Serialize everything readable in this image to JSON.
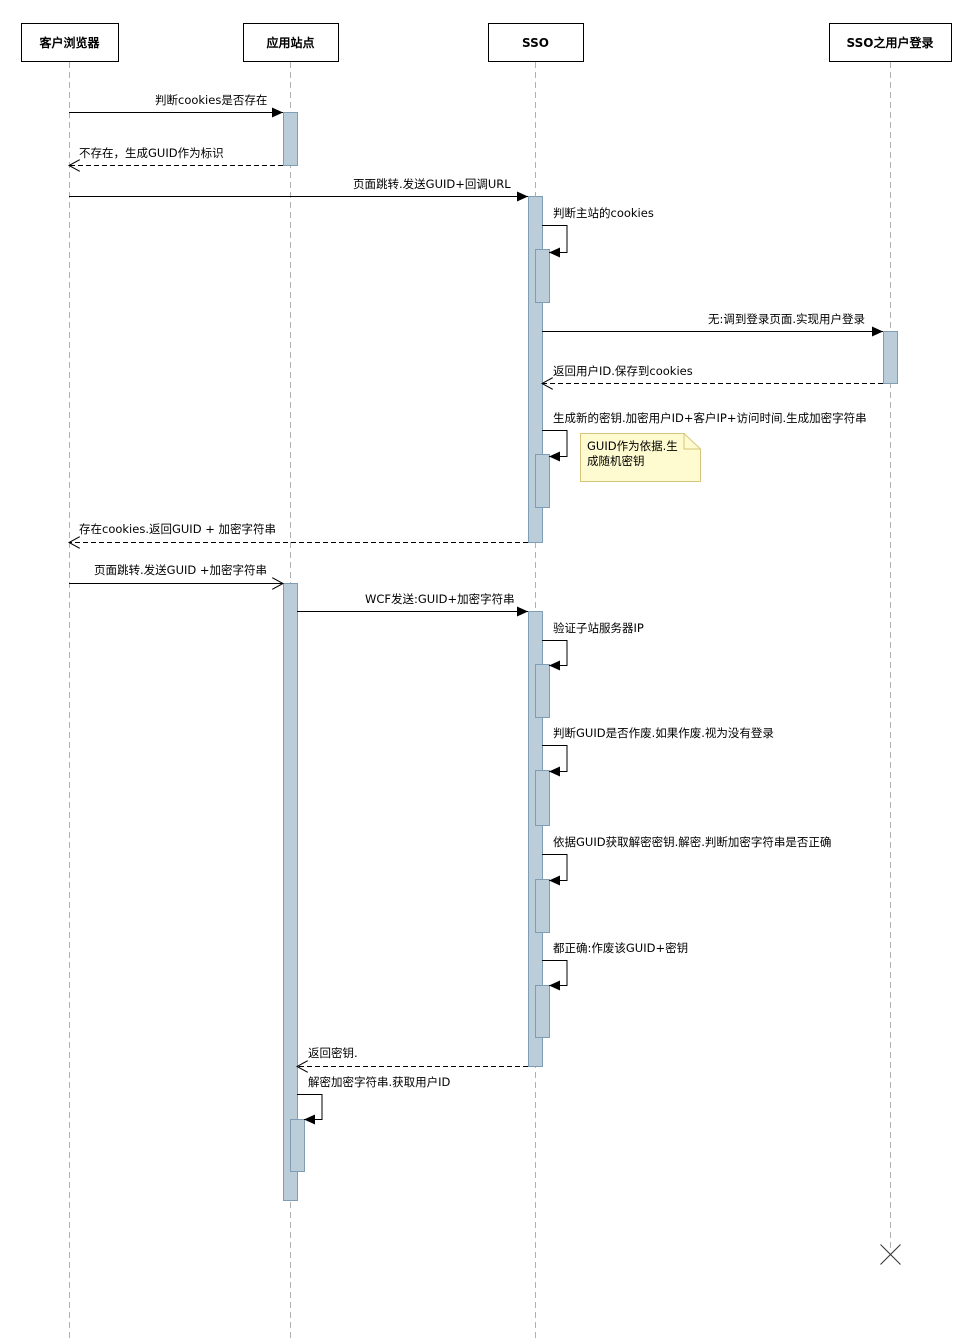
{
  "participants": [
    {
      "id": "browser",
      "label": "客户浏览器"
    },
    {
      "id": "app",
      "label": "应用站点"
    },
    {
      "id": "sso",
      "label": "SSO"
    },
    {
      "id": "login",
      "label": "SSO之用户登录"
    }
  ],
  "messages": [
    {
      "from": "browser",
      "to": "app",
      "style": "solid",
      "label": "判断cookies是否存在"
    },
    {
      "from": "app",
      "to": "browser",
      "style": "dashed",
      "label": "不存在，生成GUID作为标识"
    },
    {
      "from": "browser",
      "to": "sso",
      "style": "solid",
      "label": "页面跳转.发送GUID+回调URL"
    },
    {
      "from": "sso",
      "to": "sso",
      "style": "self",
      "label": "判断主站的cookies"
    },
    {
      "from": "sso",
      "to": "login",
      "style": "solid",
      "label": "无:调到登录页面.实现用户登录"
    },
    {
      "from": "login",
      "to": "sso",
      "style": "dashed",
      "label": "返回用户ID.保存到cookies"
    },
    {
      "from": "sso",
      "to": "sso",
      "style": "self",
      "label": "生成新的密钥.加密用户ID+客户IP+访问时间.生成加密字符串"
    },
    {
      "from": "sso",
      "to": "browser",
      "style": "dashed",
      "label": "存在cookies.返回GUID + 加密字符串"
    },
    {
      "from": "browser",
      "to": "app",
      "style": "open",
      "label": "页面跳转.发送GUID +加密字符串"
    },
    {
      "from": "app",
      "to": "sso",
      "style": "solid",
      "label": "WCF发送:GUID+加密字符串"
    },
    {
      "from": "sso",
      "to": "sso",
      "style": "self",
      "label": "验证子站服务器IP"
    },
    {
      "from": "sso",
      "to": "sso",
      "style": "self",
      "label": "判断GUID是否作废.如果作废.视为没有登录"
    },
    {
      "from": "sso",
      "to": "sso",
      "style": "self",
      "label": "依据GUID获取解密密钥.解密.判断加密字符串是否正确"
    },
    {
      "from": "sso",
      "to": "sso",
      "style": "self",
      "label": "都正确:作废该GUID+密钥"
    },
    {
      "from": "sso",
      "to": "app",
      "style": "dashed",
      "label": "返回密钥."
    },
    {
      "from": "app",
      "to": "app",
      "style": "self",
      "label": "解密加密字符串.获取用户ID"
    }
  ],
  "note": {
    "lines": [
      "GUID作为依据.生",
      "成随机密钥"
    ]
  },
  "colors": {
    "activation_fill": "#bccdda",
    "activation_stroke": "#7f9db5",
    "note_fill": "#fffbd0",
    "note_stroke": "#d6c57a",
    "lifeline": "#b0b0b0"
  }
}
